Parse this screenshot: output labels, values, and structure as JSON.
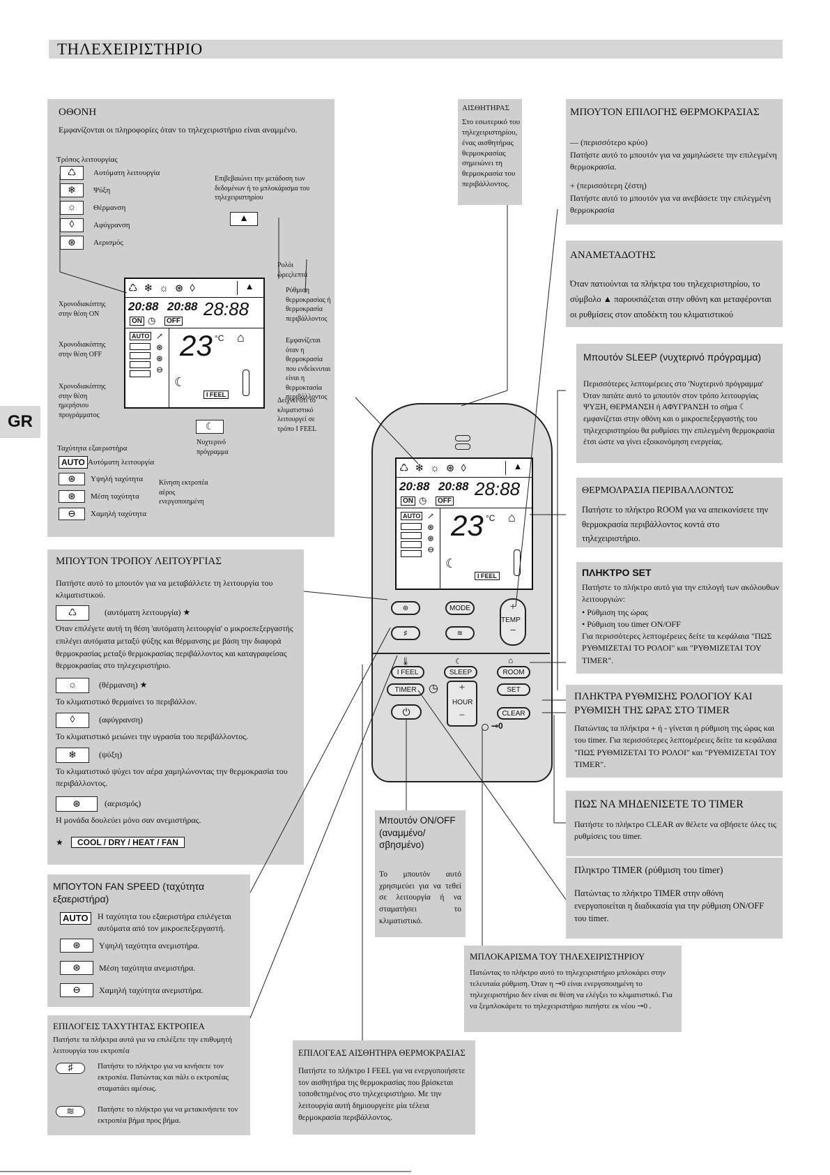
{
  "page": {
    "title": "ΤΗΛΕΧΕΙΡΙΣΤΗΡΙΟ",
    "lang_tab": "GR"
  },
  "display_box": {
    "heading": "ΟΘΟΝΗ",
    "intro": "Εμφανίζονται οι πληροφορίες όταν το τηλεχειριστήριο είναι αναμμένο.",
    "mode_title": "Τρόπος λειτουργίας",
    "modes": [
      "Αυτόματη λειτουργία",
      "Ψύξη",
      "Θέρμανση",
      "Αφύγρανση",
      "Αερισμός"
    ],
    "transmit_note": "Επιβεβαιώνει την μετάδοση των δεδομένων ή το μπλοκάρισμα του τηλεχειριστηρίου",
    "clock_label": "Ρολόι ώρεςλεπτά",
    "temp_setting": "Ρύθμιση θερμοκρασίας ή θερμοκρασία περιβάλλοντος",
    "timer_on": "Χρονοδιακόπτης στην θέση ON",
    "timer_off": "Χρονοδιακόπτης στην θέση OFF",
    "timer_daily": "Χρονοδιακόπτης στην θέση ημερήσιου προγράμματος",
    "room_temp_note": "Εμφανίζεται όταν η θερμοκρασία που ενδείκνυται είναι η θερμοκτασία περιβάλλοντος",
    "ifeel_note": "Δείχνει ότι το κλιματιστικό λειτουργεί σε τρόπο I FEEL",
    "night_prog": "Νυχτερινό πρόγραμμα",
    "fan_title": "Ταχύτητα εξαεριστήρα",
    "fan_speeds": [
      "Αυτόματη λειτουργία",
      "Υψηλή ταχύτητα",
      "Μέση ταχύτητα",
      "Χαμηλή ταχύτητα"
    ],
    "louver_note": "Κίνηση εκτροπέα αέρος ενεργοποιημένη",
    "auto_text": "AUTO",
    "lcd": {
      "on_time": "20:88",
      "off_time": "20:88",
      "clock": "28:88",
      "temp": "23",
      "on": "ON",
      "off": "OFF",
      "ifeel": "I FEEL",
      "unit": "°C"
    }
  },
  "sensor_box": {
    "heading": "ΑΙΣΘΗΤΗΡΑΣ",
    "text": "Στο εσωτερικό του τηλεχειριστηρίου, ένας αισθητήρας θερμοκρασίας σημειώνει τη θερμοκρασία του περιβάλλοντος."
  },
  "temp_select_box": {
    "heading": "ΜΠΟΥΤΟΝ ΕΠΙΛΟΓΗΣ ΘΕΡΜΟΚΡΑΣΙΑΣ",
    "minus_label": "—  (περισσότερο κρύο)",
    "minus_text": "Πατήστε αυτό το μπουτόν για να χαμηλώσετε την επιλεγμένη θερμοκρασία.",
    "plus_label": "+ (περισσότερη ζέστη)",
    "plus_text": "Πατήστε αυτό το μπουτόν για να ανεβάσετε την επιλεγμένη θερμοκρασία"
  },
  "transmitter_box": {
    "heading": "ΑΝΑΜΕΤΑΔΟΤΗΣ",
    "text": "Όταν πατιούνται τα πλήκτρα του τηλεχειριστηρίου, το σύμβολο ▲ παρουσιάζεται στην οθόνη και μεταφέρονται οι ρυθμίσεις στον αποδέκτη του κλιματιστικού"
  },
  "sleep_box": {
    "heading": "Μπουτόν SLEEP (νυχτερινό πρόγραμμα)",
    "text": "Περισσότερες λεπτομέρειες στο 'Νυχτερινό πρόγραμμα' Όταν πατάτε αυτό το μπουτόν στον τρόπο λειτουργίας ΨΥΞΗ, ΘΕΡΜΑΝΣΗ ή ΑΦΥΓΡΑΝΣΗ το σήμα ☾ εμφανίζεται στην οθόνη και ο μικροεπεξεργαστής του τηλεχειριστηρίου θα ρυθμίσει την επιλεγμένη θερμοκρασία έτσι ώστε να γίνει εξοικονόμηση ενεργείας."
  },
  "room_temp_box": {
    "heading": "ΘΕΡΜΟΛΡΑΣΙΑ ΠΕΡΙΒΑΛΛΟΝΤΟΣ",
    "text": "Πατήστε το πλήκτρο ROOM για να απεικονίσετε την θερμοκρασία περιβάλλοντος κοντά στο τηλεχειριστήριο."
  },
  "set_box": {
    "heading": "ΠΛΗΚΤΡΟ SET",
    "text": "Πατήστε το πλήκτρο αυτό για την επιλογή των ακόλουθων λειτουργιών:",
    "items": [
      "• Ρύθμιση της ώρας",
      "• Ρύθμιση του timer ON/OFF"
    ],
    "more": "Για περισσότερες λεπτομέρειες δείτε τα κεφάλαια \"ΠΩΣ ΡΥΘΜΙΖΕΤΑΙ ΤΟ ΡΟΛΟΙ\" και \"ΡΥΘΜΙΖΕΤΑΙ ΤΟΥ TIMER\"."
  },
  "clock_box": {
    "heading": "ΠΛΗΚΤΡΑ ΡΥΘΜΙΣΗΣ ΡΟΛΟΓΙΟΥ ΚΑΙ ΡΥΘΜΙΣΗ ΤΗΣ ΩΡΑΣ ΣΤΟ TIMER",
    "text": "Πατώντας τα πλήκτρα + ή - γίνεται η ρύθμιση της ώρας και του timer. Για περισσότερες λεπτομέρειες δείτε τα κεφάλαια \"ΠΩΣ ΡΥΘΜΙΖΕΤΑΙ ΤΟ ΡΟΛΟΙ\" και \"ΡΥΘΜΙΖΕΤΑΙ ΤΟΥ TIMER\"."
  },
  "clear_box": {
    "heading": "ΠΩΣ ΝΑ ΜΗΔΕΝΙΣΕΤΕ ΤΟ TIMER",
    "text": "Πατήστε το πλήκτρο CLEAR αν θέλετε να σβήσετε όλες τις ρυθμίσεις του timer."
  },
  "timer_box": {
    "heading": "Πληκτρο TIMER (ρύθμιση του timer)",
    "text": "Πατώντας το πλήκτρο TIMER στην οθόνη ενεργοποιείται η διαδικασία για την ρύθμιση ON/OFF του timer."
  },
  "lock_box": {
    "heading": "ΜΠΛΟΚΑΡΙΣΜΑ ΤΟΥ ΤΗΛΕΧΕΙΡΙΣΤΗΡΙΟΥ",
    "text": "Πατώντας το πλήκτρο αυτό το τηλεχειριστήριο μπλοκάρει στην τελευταία ρύθμιση. Όταν η ⊸0 είναι ενεργοποιημένη το τηλεχειριστήριο δεν είναι σε θέση να ελέγξει το κλιματιστικό. Για να ξεμπλοκάρετε το τηλεχειριστήριο πατήστε εκ νέου ⊸0 ."
  },
  "mode_box": {
    "heading": "ΜΠΟΥΤΟΝ ΤΡΟΠΟΥ ΛΕΙΤΟΥΡΓΙΑΣ",
    "intro": "Πατήστε αυτό το μπουτόν για να μεταβάλλετε τη λειτουργία του κλιματιστικού.",
    "auto_label": "(αυτόματη λειτουργία)  ★",
    "auto_text": "Όταν επιλέγετε αυτή τη θέση 'αυτόματη λειτουργία' ο μικροεπεξεργαστής επιλέγει αυτόματα μεταξύ ψύξης και θέρμανσης με βάση την διαφορά θερμοκρασίας μεταξύ θερμοκρασίας περιβάλλοντος και καταγραφείσας θερμοκρασίας στο τηλεχειριστήριο.",
    "heat_label": "(θέρμανση)  ★",
    "heat_text": "Το κλιματιστικό θερμαίνει το περιβάλλον.",
    "dry_label": "(αφύγρανση)",
    "dry_text": "Το κλιματιστικό μειώνει την υγρασία του περιβάλλοντος.",
    "cool_label": "(ψύξη)",
    "cool_text": "Το κλιματιστικό ψύχει τον αέρα χαμηλώνοντας την θερμοκρασία του περιβάλλοντος.",
    "fan_label": "(αερισμός)",
    "fan_text": "Η μονάδα δουλεύει μόνο σαν ανεμιστήρας.",
    "star": "★",
    "modes_list": "COOL / DRY / HEAT / FAN"
  },
  "fan_box": {
    "heading": "ΜΠΟΥΤΟΝ FAN SPEED (ταχύτητα εξαεριστήρα)",
    "auto_text": "Η ταχύτητα του εξαεριστήρα επιλέγεται αυτόματα από τον μικροεπεξεργαστή.",
    "high": "Υψηλή ταχύτητα ανεμιστήρα.",
    "mid": "Μέση ταχύτητα ανεμιστήρα.",
    "low": "Χαμηλή ταχύτητα ανεμιστήρα."
  },
  "louver_box": {
    "heading": "ΕΠΙΛΟΓΕΙΣ ΤΑΧΥΤΗΤΑΣ ΕΚΤΡΟΠΕΑ",
    "intro": "Πατήστε τα πλήκτρα αυτά για να επιλέξετε την επιθυμητή λειτουργία του εκτροπέα",
    "item1": "Πατήστε το πλήκτρο για να κινήσετε τον εκτροπέα. Πατώντας και πάλι ο εκτροπέας σταματάει αμέσως.",
    "item2": "Πατήστε το πλήκτρο για να μετακινήσετε τον εκτροπέα βήμα προς βήμα."
  },
  "onoff_box": {
    "heading": "Μπουτόν ON/OFF (αναμμένο/σβησμένο)",
    "text": "Το μπουτόν αυτό χρησιμεύει για να τεθεί σε λειτουργία ή να σταματήσει το κλιματιστικό."
  },
  "ifeel_box": {
    "heading": "ΕΠΙΛΟΓΕΑΣ ΑΙΣΘΗΤΗΡΑ ΘΕΡΜΟΚΡΑΣΙΑΣ",
    "text": "Πατήστε το πλήκτρο I FEEL για να ενεργοποιήσετε τον αισθητήρα της θερμοκρασίας που βρίσκεται τοποθετημένος στο τηλεχειριστήριο. Με την λειτουργία αυτή δημιουργείτε μία τέλεια θερμοκρασία περιβάλλοντος."
  },
  "remote": {
    "mode": "MODE",
    "temp": "TEMP",
    "ifeel": "I FEEL",
    "sleep": "SLEEP",
    "room": "ROOM",
    "timer": "TIMER",
    "set": "SET",
    "hour": "HOUR",
    "clear": "CLEAR"
  }
}
